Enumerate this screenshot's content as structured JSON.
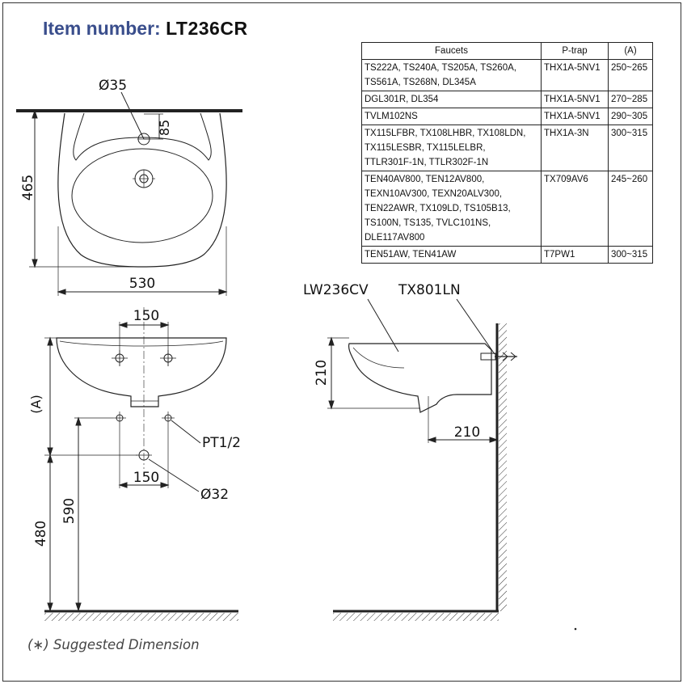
{
  "title": {
    "label": "Item number:",
    "value": "LT236CR"
  },
  "table": {
    "headers": [
      "Faucets",
      "P-trap",
      "(A)"
    ],
    "rows": [
      {
        "faucets": "TS222A, TS240A, TS205A, TS260A,\nTS561A, TS268N, DL345A",
        "ptrap": "THX1A-5NV1",
        "a": "250~265"
      },
      {
        "faucets": "DGL301R, DL354",
        "ptrap": "THX1A-5NV1",
        "a": "270~285"
      },
      {
        "faucets": "TVLM102NS",
        "ptrap": "THX1A-5NV1",
        "a": "290~305"
      },
      {
        "faucets": "TX115LFBR, TX108LHBR, TX108LDN,\nTX115LESBR, TX115LELBR,\nTTLR301F-1N, TTLR302F-1N",
        "ptrap": "THX1A-3N",
        "a": "300~315"
      },
      {
        "faucets": "TEN40AV800, TEN12AV800,\nTEXN10AV300, TEXN20ALV300,\nTEN22AWR, TX109LD, TS105B13,\nTS100N, TS135, TVLC101NS,\nDLE117AV800",
        "ptrap": "TX709AV6",
        "a": "245~260"
      },
      {
        "faucets": "TEN51AW, TEN41AW",
        "ptrap": "T7PW1",
        "a": "300~315"
      }
    ]
  },
  "dims": {
    "hole_dia": "Ø35",
    "d85": "85",
    "d465": "465",
    "d530": "530",
    "d150_top": "150",
    "d150_bottom": "150",
    "dA": "(A)",
    "thread": "PT1/2",
    "drain_dia": "Ø32",
    "d590": "590",
    "d480": "480",
    "side_depth": "210",
    "side_height": "210",
    "lavatory_model": "LW236CV",
    "bracket_model": "TX801LN"
  },
  "note": "(∗) Suggested Dimension"
}
